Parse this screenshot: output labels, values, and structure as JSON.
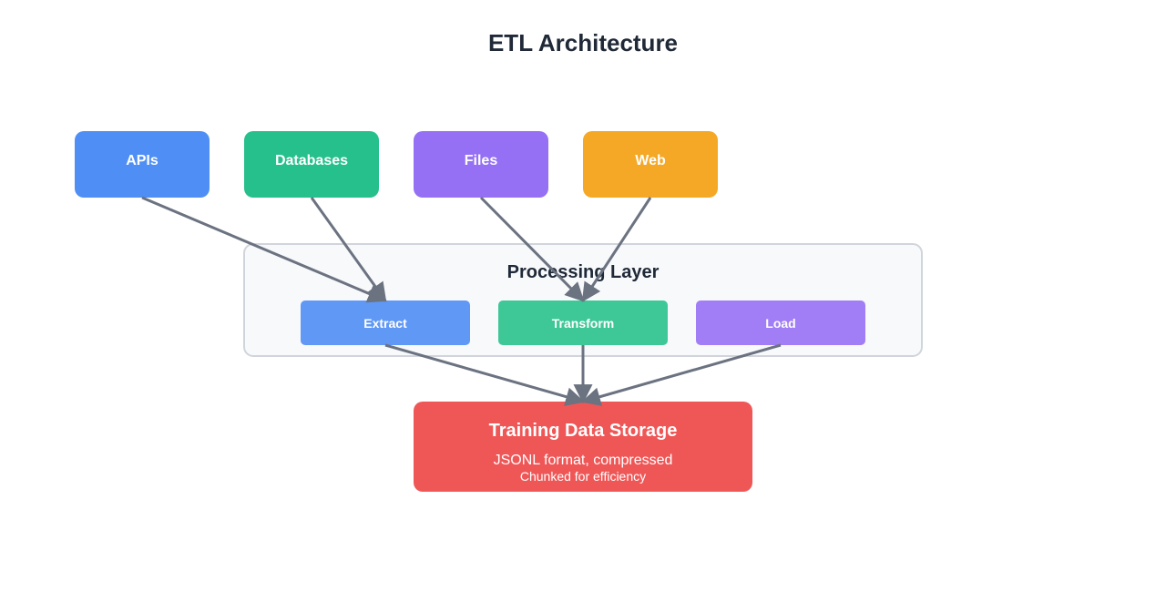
{
  "title": "ETL Architecture",
  "colors": {
    "edge": "#6b7280",
    "layer_fill": "#f8f9fb",
    "layer_stroke": "#d1d5db"
  },
  "sources": [
    {
      "id": "apis",
      "label": "APIs",
      "color": "#4f8ff5"
    },
    {
      "id": "databases",
      "label": "Databases",
      "color": "#26c08c"
    },
    {
      "id": "files",
      "label": "Files",
      "color": "#9570f5"
    },
    {
      "id": "web",
      "label": "Web",
      "color": "#f5a825"
    }
  ],
  "processing_layer": {
    "title": "Processing Layer",
    "steps": [
      {
        "id": "extract",
        "label": "Extract",
        "color": "#6098f6"
      },
      {
        "id": "transform",
        "label": "Transform",
        "color": "#3ec797"
      },
      {
        "id": "load",
        "label": "Load",
        "color": "#a17ef5"
      }
    ]
  },
  "storage": {
    "title": "Training Data Storage",
    "line1": "JSONL format, compressed",
    "line2": "Chunked for efficiency",
    "color": "#ef5757"
  },
  "edges": [
    {
      "from": "apis",
      "to": "extract"
    },
    {
      "from": "databases",
      "to": "extract"
    },
    {
      "from": "files",
      "to": "transform"
    },
    {
      "from": "web",
      "to": "transform"
    },
    {
      "from": "extract",
      "to": "storage"
    },
    {
      "from": "transform",
      "to": "storage"
    },
    {
      "from": "load",
      "to": "storage"
    }
  ]
}
